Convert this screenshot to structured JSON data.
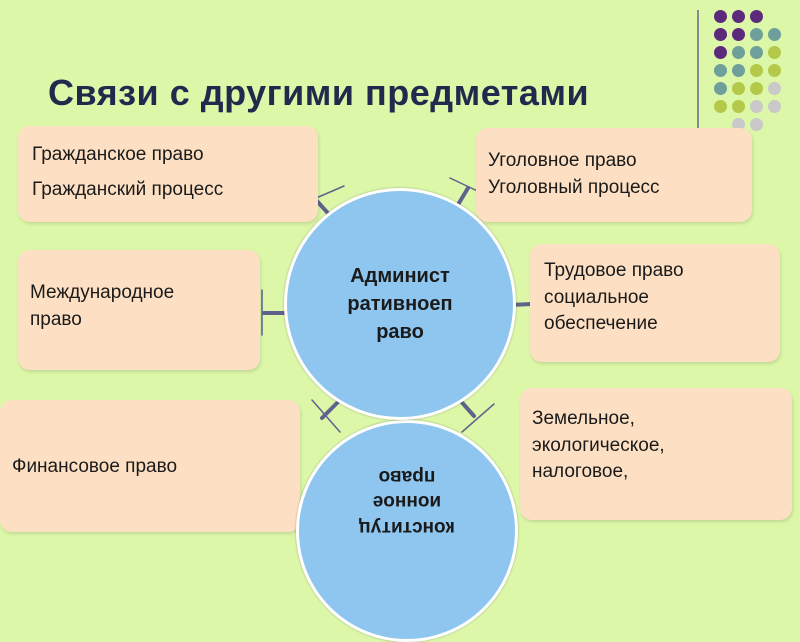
{
  "title": "Связи с другими предметами",
  "center": {
    "lines": [
      "Админист",
      "ративноеп",
      "раво"
    ]
  },
  "bottom_circle": {
    "lines": [
      "конституц",
      "ионное",
      "право"
    ]
  },
  "boxes": {
    "civil": {
      "lines": [
        "Гражданское право",
        "Гражданский процесс"
      ]
    },
    "criminal": {
      "lines": [
        "Уголовное право",
        "Уголовный процесс"
      ]
    },
    "international": {
      "lines": [
        "Международное",
        "право"
      ]
    },
    "labor": {
      "lines": [
        "Трудовое право",
        "социальное",
        "обеспечение"
      ]
    },
    "financial": {
      "lines": [
        "Финансовое право"
      ]
    },
    "land": {
      "lines": [
        "Земельное,",
        "экологическое,",
        "налоговое,"
      ]
    }
  },
  "colors": {
    "background": "#dcf7a8",
    "box_fill": "#fde0c4",
    "circle_fill": "#8ec6ef",
    "title": "#1f2a4d",
    "connector": "#5f628c",
    "dot_purple": "#5c2a7a",
    "dot_teal": "#6f9f9a",
    "dot_lime": "#b4c94a"
  }
}
